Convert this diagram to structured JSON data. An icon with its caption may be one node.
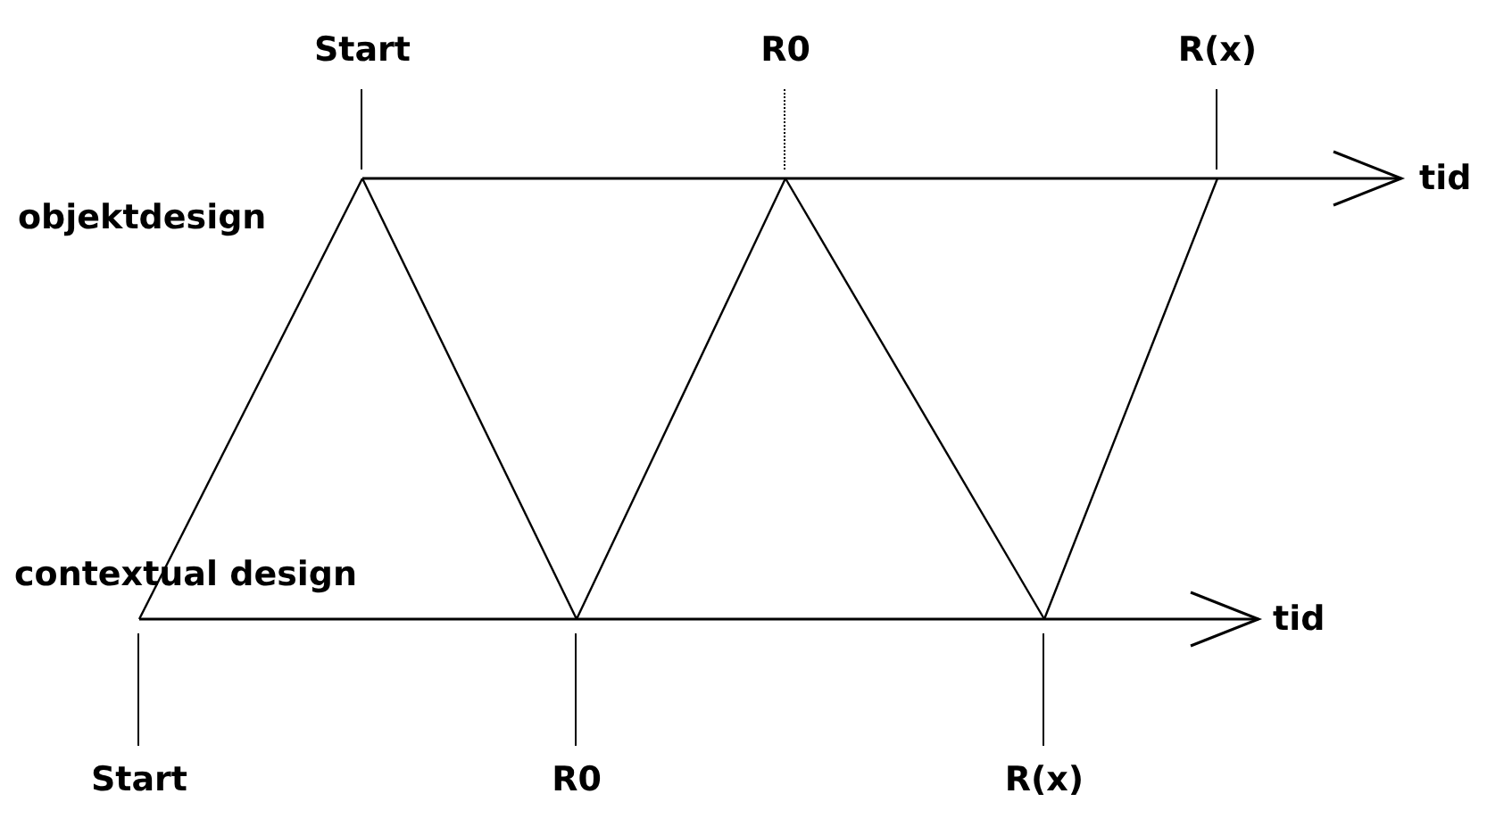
{
  "diagram": {
    "nodes": [
      {
        "text": [
          "Start"
        ]
      },
      {
        "text": [
          "R0"
        ]
      },
      {
        "text": [
          "R(x)"
        ]
      },
      {
        "text": [
          "Start"
        ]
      },
      {
        "text": [
          "R0"
        ]
      },
      {
        "text": [
          "R(x)"
        ]
      }
    ],
    "edges": [
      {
        "from": 3,
        "to": 0,
        "arrow": "none"
      },
      {
        "from": 0,
        "to": 4,
        "arrow": "none"
      },
      {
        "from": 4,
        "to": 1,
        "arrow": "none"
      },
      {
        "from": 1,
        "to": 5,
        "arrow": "none"
      },
      {
        "from": 5,
        "to": 2,
        "arrow": "none"
      }
    ],
    "labels": [
      "tid",
      "objektdesign",
      "contextual design",
      "tid"
    ]
  }
}
